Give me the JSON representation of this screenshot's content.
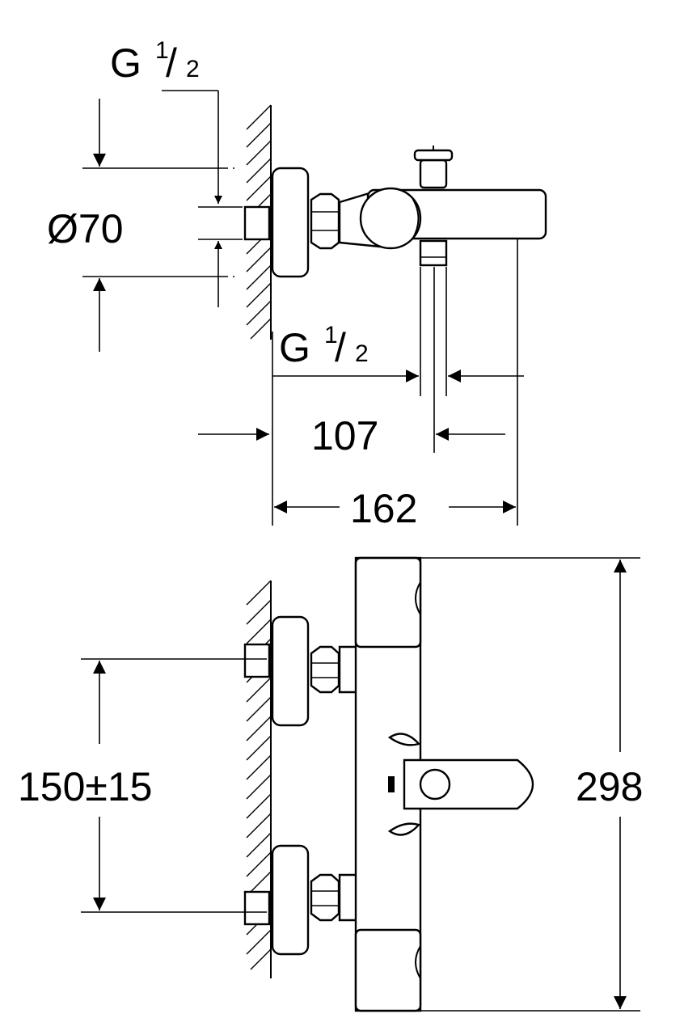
{
  "labels": {
    "thread_top_g": "G",
    "thread_top_num": "1",
    "thread_top_den": "2",
    "diameter": "Ø70",
    "thread_outlet_g": "G",
    "thread_outlet_num": "1",
    "thread_outlet_den": "2",
    "depth_outlet": "107",
    "depth_total": "162",
    "inlet_spacing": "150±15",
    "height_total": "298"
  }
}
